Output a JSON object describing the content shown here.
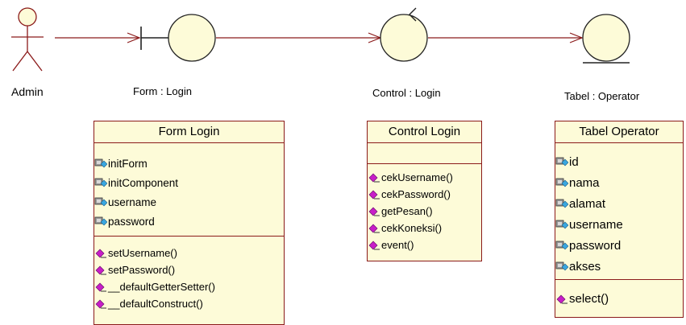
{
  "actor": {
    "label": "Admin"
  },
  "lifelines": {
    "form": {
      "label": "Form : Login"
    },
    "control": {
      "label": "Control : Login"
    },
    "tabel": {
      "label": "Tabel : Operator"
    }
  },
  "classes": {
    "form": {
      "title": "Form  Login",
      "attributes": [
        "initForm",
        "initComponent",
        "username",
        "password"
      ],
      "operations": [
        "setUsername()",
        "setPassword()",
        "__defaultGetterSetter()",
        "__defaultConstruct()"
      ]
    },
    "control": {
      "title": "Control Login",
      "attributes": [],
      "operations": [
        "cekUsername()",
        "cekPassword()",
        "getPesan()",
        "cekKoneksi()",
        "event()"
      ]
    },
    "tabel": {
      "title": "Tabel Operator",
      "attributes": [
        "id",
        "nama",
        "alamat",
        "username",
        "password",
        "akses"
      ],
      "operations": [
        "select()"
      ]
    }
  },
  "colors": {
    "line": "#8b1a1a",
    "fill": "#fdfbd8",
    "attr_icon": "#3aa7e0",
    "op_icon": "#c81ec8"
  },
  "icons": {
    "attribute": "field-icon",
    "operation": "method-icon"
  }
}
